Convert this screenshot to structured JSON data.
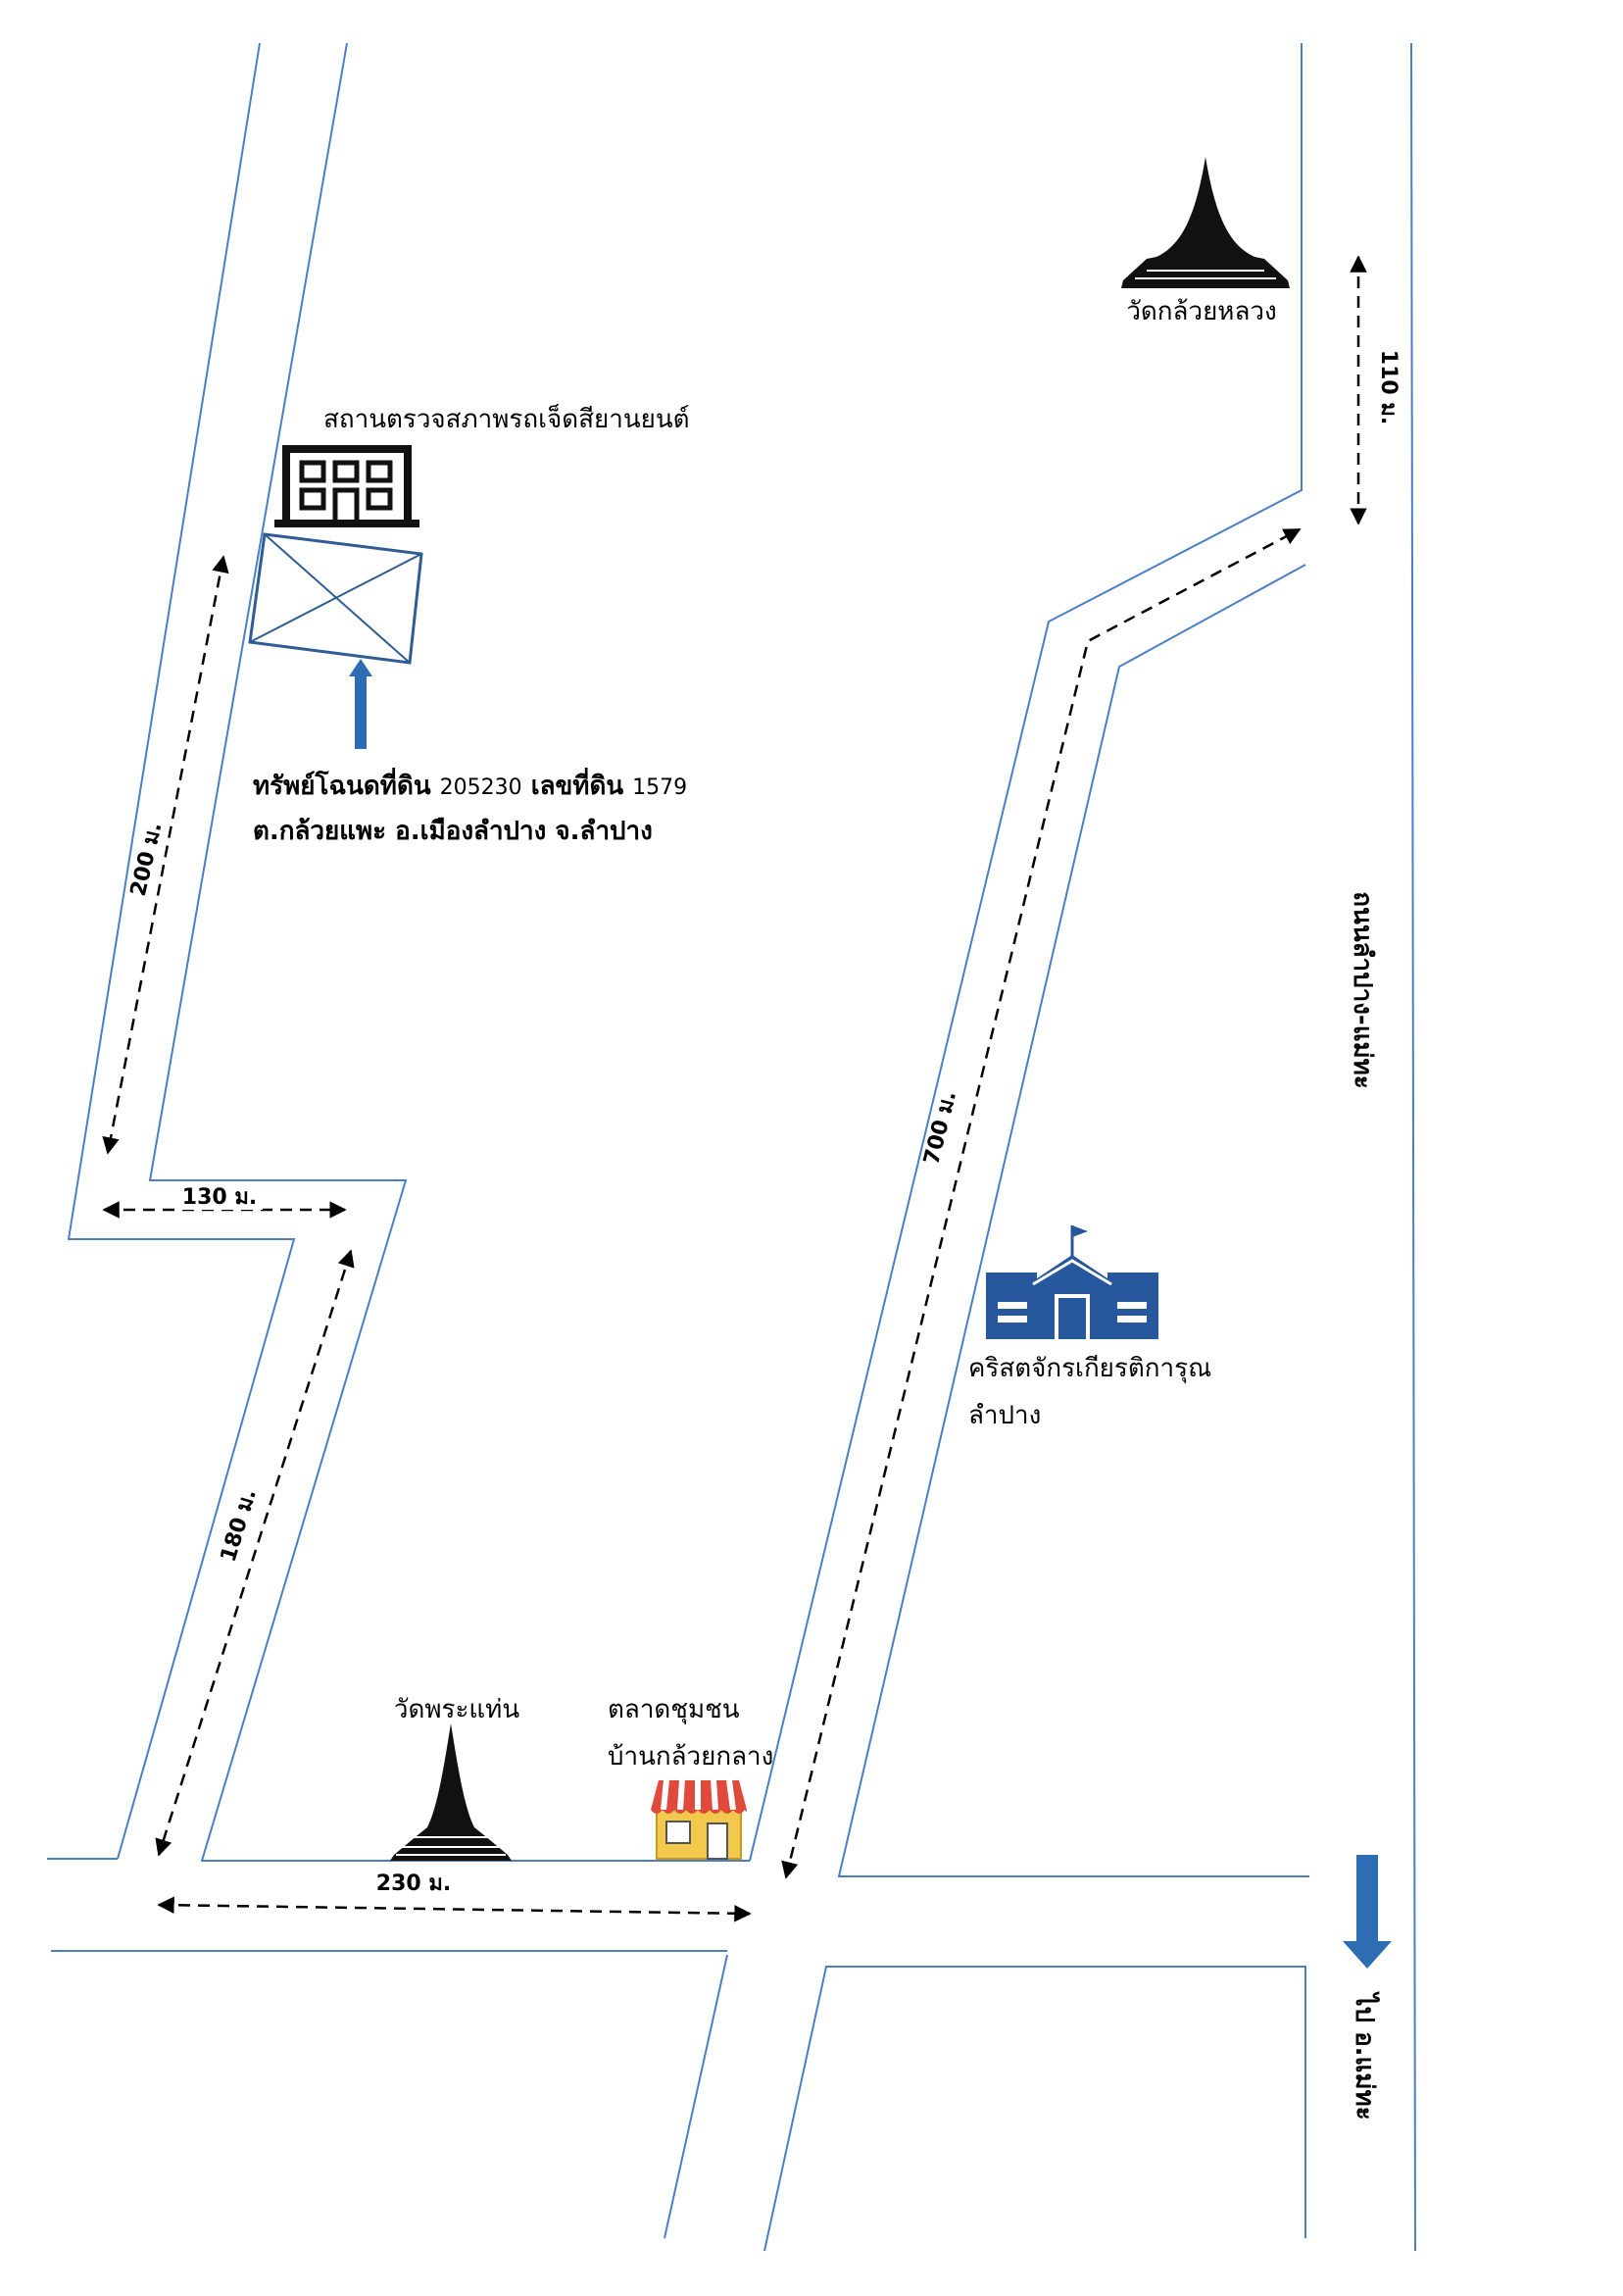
{
  "places": {
    "temple_north": "วัดกล้วยหลวง",
    "inspection_station": "สถานตรวจสภาพรถเจ็ดสียานยนต์",
    "church_line1": "คริสตจักรเกียรติการุณ",
    "church_line2": "ลำปาง",
    "temple_south": "วัดพระแท่น",
    "market_line1": "ตลาดชุมชน",
    "market_line2": "บ้านกล้วยกลาง"
  },
  "property": {
    "line1_prefix": "ทรัพย์โฉนดที่ดิน",
    "deed_no": "205230",
    "line1_mid": "เลขที่ดิน",
    "land_no": "1579",
    "line2": "ต.กล้วยแพะ อ.เมืองลำปาง จ.ลำปาง"
  },
  "roads": {
    "main_road": "ถนนลำปาง-แม่ทะ",
    "direction": "ไป อ.แม่ทะ"
  },
  "distances": {
    "d110": "110 ม.",
    "d200": "200 ม.",
    "d130": "130 ม.",
    "d180": "180 ม.",
    "d700": "700 ม.",
    "d230": "230 ม."
  },
  "colors": {
    "road_line": "#4a7fc6",
    "property_box": "#2f5c94",
    "arrow": "#2e6db4",
    "church": "#27579c",
    "temple": "#111111"
  },
  "icons": [
    "temple-icon",
    "building-icon",
    "church-icon",
    "market-stall-icon",
    "arrow-up-icon",
    "arrow-down-icon"
  ]
}
